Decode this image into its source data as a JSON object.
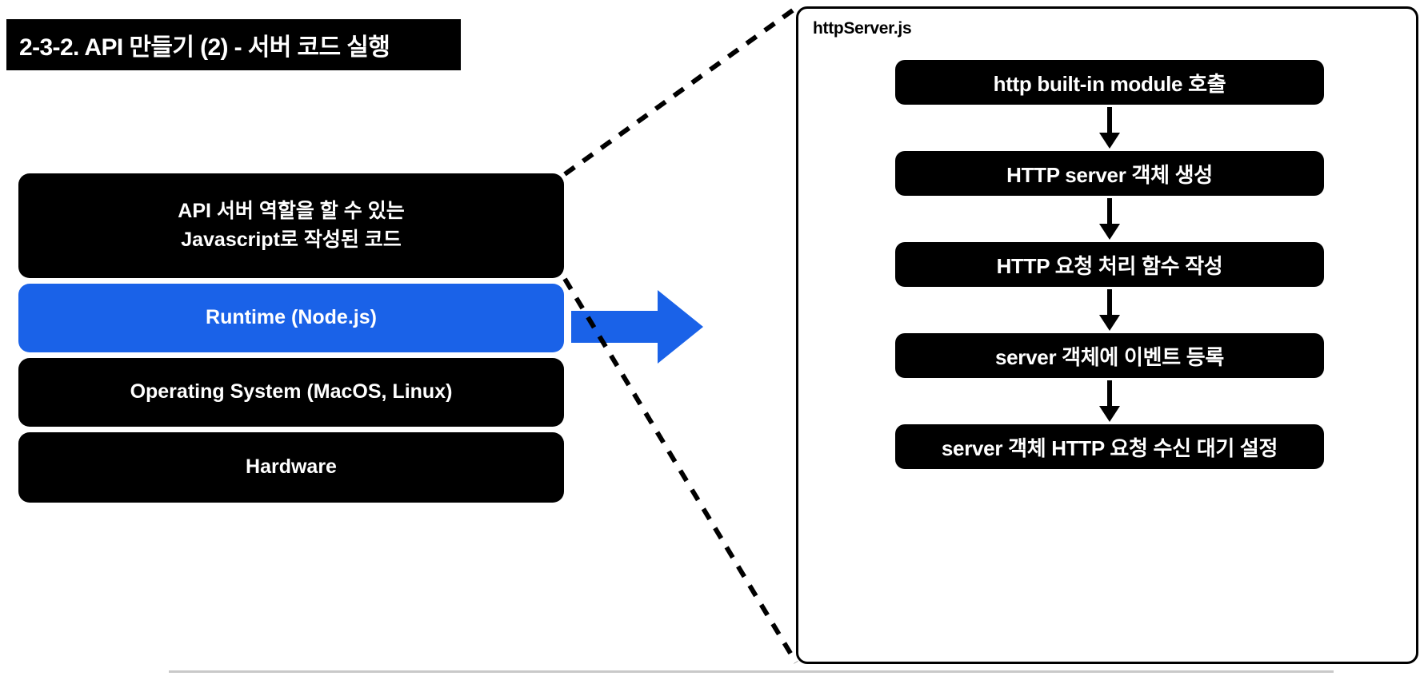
{
  "slide": {
    "title": "2-3-2. API 만들기 (2) - 서버 코드 실행"
  },
  "stack": {
    "name": "node-runtime-stack",
    "layers": [
      {
        "id": "code",
        "line1": "API 서버 역할을 할 수 있는",
        "line2": "Javascript로 작성된 코드",
        "color": "#000000"
      },
      {
        "id": "runtime",
        "label": "Runtime (Node.js)",
        "color": "#1a62e8"
      },
      {
        "id": "os",
        "label": "Operating System (MacOS, Linux)",
        "color": "#000000"
      },
      {
        "id": "hardware",
        "label": "Hardware",
        "color": "#000000"
      }
    ]
  },
  "arrow": {
    "name": "blue-right-arrow",
    "color": "#1a62e8"
  },
  "panel": {
    "title": "httpServer.js",
    "steps": [
      {
        "label": "http built-in module 호출"
      },
      {
        "label": "HTTP server 객체 생성"
      },
      {
        "label": "HTTP 요청 처리 함수 작성"
      },
      {
        "label": "server 객체에 이벤트 등록"
      },
      {
        "label": "server 객체 HTTP 요청 수신 대기 설정"
      }
    ]
  },
  "colors": {
    "accent_blue": "#1a62e8",
    "box_black": "#000000",
    "text_white": "#ffffff",
    "rule_gray": "#c9c9c9"
  }
}
